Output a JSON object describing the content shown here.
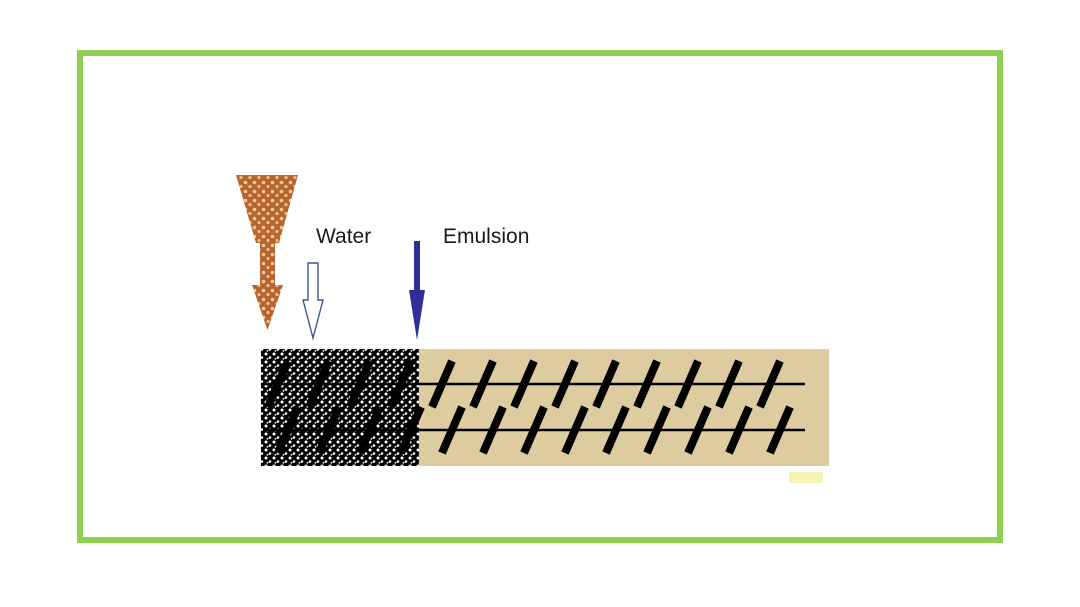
{
  "labels": {
    "water": "Water",
    "emulsion": "Emulsion"
  },
  "colors": {
    "frame_border": "#8dd04f",
    "aggregate_fill": "#b5652f",
    "aggregate_dots": "#f3c99a",
    "emulsion_arrow": "#2f2f9a",
    "water_arrow_outline": "#3b5a8c",
    "mixer_mixed_section": "#dccca0",
    "dry_section": "#000000",
    "paddle": "#000000",
    "small_patch": "#f7f3b3"
  },
  "mixer": {
    "paddles_per_row": 13
  }
}
